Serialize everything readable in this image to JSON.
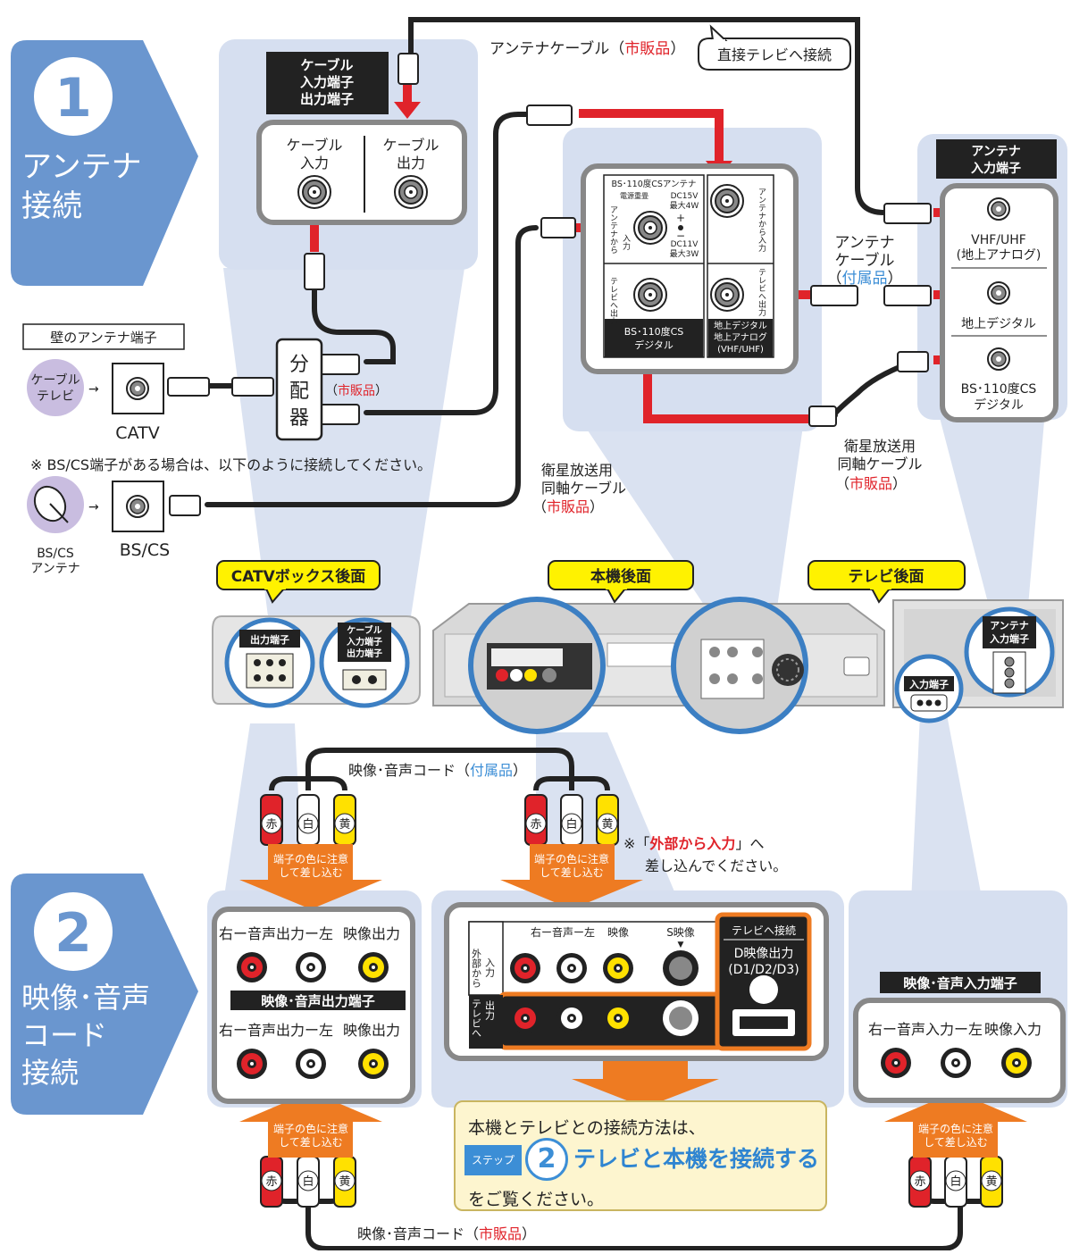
{
  "section1": {
    "number": "1",
    "title_line1": "アンテナ",
    "title_line2": "接続"
  },
  "section2": {
    "number": "2",
    "title_line1": "映像･音声",
    "title_line2": "コード",
    "title_line3": "接続"
  },
  "cable_box_label": {
    "line1": "ケーブル",
    "line2": "入力端子",
    "line3": "出力端子"
  },
  "cable_in": {
    "line1": "ケーブル",
    "line2": "入力"
  },
  "cable_out": {
    "line1": "ケーブル",
    "line2": "出力"
  },
  "antenna_cable_top": {
    "main": "アンテナケーブル（",
    "red": "市販品",
    "end": "）"
  },
  "direct_tv": "直接テレビへ接続",
  "wall_label": "壁のアンテナ端子",
  "cable_tv_icon": {
    "line1": "ケーブル",
    "line2": "テレビ"
  },
  "catv": "CATV",
  "splitter": {
    "c1": "分",
    "c2": "配",
    "c3": "器"
  },
  "splitter_note": {
    "open": "（",
    "red": "市販品",
    "close": "）"
  },
  "bs_note": "※ BS/CS端子がある場合は、以下のように接続してください。",
  "bs_antenna": {
    "line1": "BS/CS",
    "line2": "アンテナ"
  },
  "bs_cs": "BS/CS",
  "sat_cable_left": {
    "line1": "衛星放送用",
    "line2": "同軸ケーブル",
    "open": "（",
    "red": "市販品",
    "close": "）"
  },
  "sat_cable_right": {
    "line1": "衛星放送用",
    "line2": "同軸ケーブル",
    "open": "（",
    "red": "市販品",
    "close": "）"
  },
  "antenna_cable_mid": {
    "line1": "アンテナ",
    "line2": "ケーブル",
    "open": "（",
    "blue": "付属品",
    "close": "）"
  },
  "recorder_panel": {
    "bs_header": "BS･110度CSアンテナ",
    "power": "電源重畳",
    "dc15": "DC15V",
    "max4": "最大4W",
    "dc11": "DC11V",
    "max3": "最大3W",
    "from_ant_v": "アンテナから",
    "in_v": "入力",
    "to_tv_v": "テレビへ出力",
    "right_in_v": "アンテナから入力",
    "right_out_v": "テレビへ出力",
    "bs_digital1": "BS･110度CS",
    "bs_digital2": "デジタル",
    "terr1": "地上デジタル",
    "terr2": "地上アナログ",
    "terr3": "(VHF/UHF)"
  },
  "tv_antenna": {
    "title1": "アンテナ",
    "title2": "入力端子",
    "vhf1": "VHF/UHF",
    "vhf2": "(地上アナログ)",
    "terr": "地上デジタル",
    "bs1": "BS･110度CS",
    "bs2": "デジタル"
  },
  "rear_labels": {
    "catv": "CATVボックス後面",
    "unit": "本機後面",
    "tv": "テレビ後面"
  },
  "catv_box": {
    "out": "出力端子",
    "in1": "ケーブル",
    "in2": "入力端子",
    "in3": "出力端子"
  },
  "tv_back": {
    "ant1": "アンテナ",
    "ant2": "入力端子",
    "in": "入力端子"
  },
  "av_cord_top": {
    "main": "映像･音声コード（",
    "blue": "付属品",
    "end": "）"
  },
  "av_cord_bottom": {
    "main": "映像･音声コード（",
    "red": "市販品",
    "end": "）"
  },
  "plugs": {
    "red": "赤",
    "white": "白",
    "yellow": "黄"
  },
  "arrow_text": {
    "line1": "端子の色に注意",
    "line2": "して差し込む"
  },
  "ext_note": {
    "mark": "※「",
    "red": "外部から入力",
    "end": "」へ",
    "line2": "差し込んでください。"
  },
  "left_av": {
    "audio_out": "右ー音声出力ー左",
    "video_out": "映像出力",
    "bar": "映像･音声出力端子"
  },
  "unit_av": {
    "audio": "右ー音声ー左",
    "video": "映像",
    "svideo": "S映像",
    "to_tv": "テレビへ接続",
    "d_out": "D映像出力",
    "d_modes": "(D1/D2/D3)",
    "ext_in_v": "外部から",
    "in_v": "入力",
    "tv_v": "テレビへ",
    "out_v": "出力"
  },
  "right_av": {
    "title": "映像･音声入力端子",
    "audio_in": "右ー音声入力ー左",
    "video_in": "映像入力"
  },
  "instruction": {
    "line1": "本機とテレビとの接続方法は、",
    "step_tag": "ステップ",
    "step_num": "2",
    "step_title": "テレビと本機を接続する",
    "line3": "をご覧ください。"
  },
  "colors": {
    "blue_section": "#6a96cf",
    "pale_blue": "#d6dff0",
    "red_arrow": "#e0232a",
    "orange_arrow": "#ee7b22",
    "callout_yellow": "#fff200",
    "zoom_ring": "#3c7fc3",
    "accent_red": "#e0232a",
    "accent_blue": "#3c8ed6"
  }
}
